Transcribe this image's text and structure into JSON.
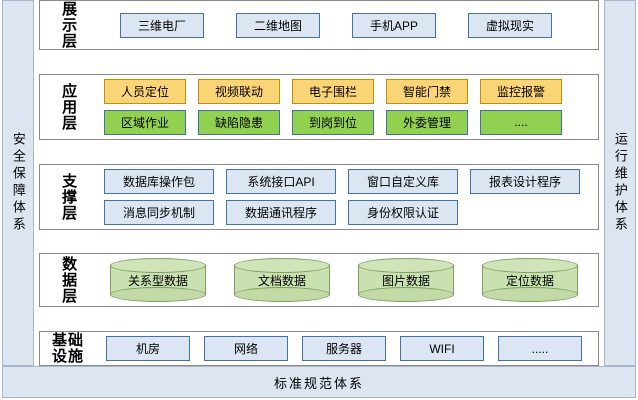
{
  "diagram": {
    "title": "",
    "left_rail": {
      "label": "安全保障体系"
    },
    "right_rail": {
      "label": "运行维护体系"
    },
    "bottom_bar": {
      "label": "标准规范体系"
    },
    "colors": {
      "rail_fill": "#dde5f1",
      "rail_border": "#a9b8cd",
      "layer_border": "#8a8a8a",
      "blue_fill": "#dce6f2",
      "blue_border": "#4472a8",
      "orange_fill": "#fbd476",
      "orange_border": "#bf9000",
      "green_fill": "#92d050",
      "green_border": "#4472a8",
      "cylinder_fill": "#c9e0b0",
      "cylinder_border": "#7f9f63"
    },
    "layers": [
      {
        "id": "presentation",
        "label": "展示层",
        "label_style": "vertical",
        "rows": [
          {
            "style": "blue",
            "items": [
              "三维电厂",
              "二维地图",
              "手机APP",
              "虚拟现实"
            ]
          }
        ]
      },
      {
        "id": "application",
        "label": "应用层",
        "label_style": "vertical",
        "rows": [
          {
            "style": "orange",
            "items": [
              "人员定位",
              "视频联动",
              "电子围栏",
              "智能门禁",
              "监控报警"
            ]
          },
          {
            "style": "green",
            "items": [
              "区域作业",
              "缺陷隐患",
              "到岗到位",
              "外委管理",
              "...."
            ]
          }
        ]
      },
      {
        "id": "support",
        "label": "支撑层",
        "label_style": "vertical",
        "rows": [
          {
            "style": "blue",
            "items": [
              "数据库操作包",
              "系统接口API",
              "窗口自定义库",
              "报表设计程序"
            ]
          },
          {
            "style": "blue",
            "items": [
              "消息同步机制",
              "数据通讯程序",
              "身份权限认证"
            ]
          }
        ]
      },
      {
        "id": "data",
        "label": "数据层",
        "label_style": "vertical",
        "rows": [
          {
            "style": "cylinder",
            "items": [
              "关系型数据",
              "文档数据",
              "图片数据",
              "定位数据"
            ]
          }
        ]
      },
      {
        "id": "infrastructure",
        "label": "基础设施",
        "label_style": "grid",
        "rows": [
          {
            "style": "blue",
            "items": [
              "机房",
              "网络",
              "服务器",
              "WIFI",
              "....."
            ]
          }
        ]
      }
    ]
  }
}
